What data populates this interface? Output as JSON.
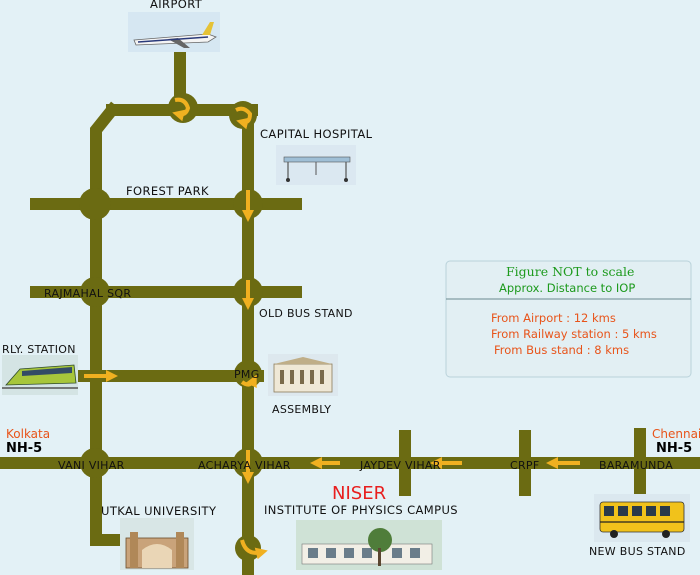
{
  "colors": {
    "road": "#6b6b12",
    "arrow": "#f0b020",
    "background": "#e3f1f6",
    "label_orange": "#e8541a",
    "niser_red": "#e81e1e",
    "legend_green": "#1d9a1d"
  },
  "places": {
    "airport": "AIRPORT",
    "capital_hospital": "CAPITAL HOSPITAL",
    "forest_park": "FOREST PARK",
    "rajmahal_sqr": "RAJMAHAL SQR",
    "old_bus_stand": "OLD BUS STAND",
    "rly_station": "RLY. STATION",
    "pmg": "PMG",
    "assembly": "ASSEMBLY",
    "vani_vihar": "VANI VIHAR",
    "acharya_vihar": "ACHARYA VIHAR",
    "jaydev_vihar": "JAYDEV VIHAR",
    "crpf": "CRPF",
    "baramunda": "BARAMUNDA",
    "utkal_university": "UTKAL UNIVERSITY",
    "niser": "NISER",
    "institute": "INSTITUTE OF PHYSICS CAMPUS",
    "new_bus_stand": "NEW BUS STAND"
  },
  "highway": {
    "west_city": "Kolkata",
    "west_nh": "NH-5",
    "east_city": "Chennai",
    "east_nh": "NH-5"
  },
  "legend": {
    "title": "Figure NOT to scale",
    "subtitle": "Approx. Distance to IOP",
    "distances": [
      "From Airport : 12 kms",
      "From Railway station : 5 kms",
      "From Bus stand : 8 kms"
    ]
  },
  "icons": [
    "airplane-icon",
    "hospital-bed-icon",
    "train-icon",
    "building-icon",
    "gate-icon",
    "campus-icon",
    "bus-icon"
  ]
}
